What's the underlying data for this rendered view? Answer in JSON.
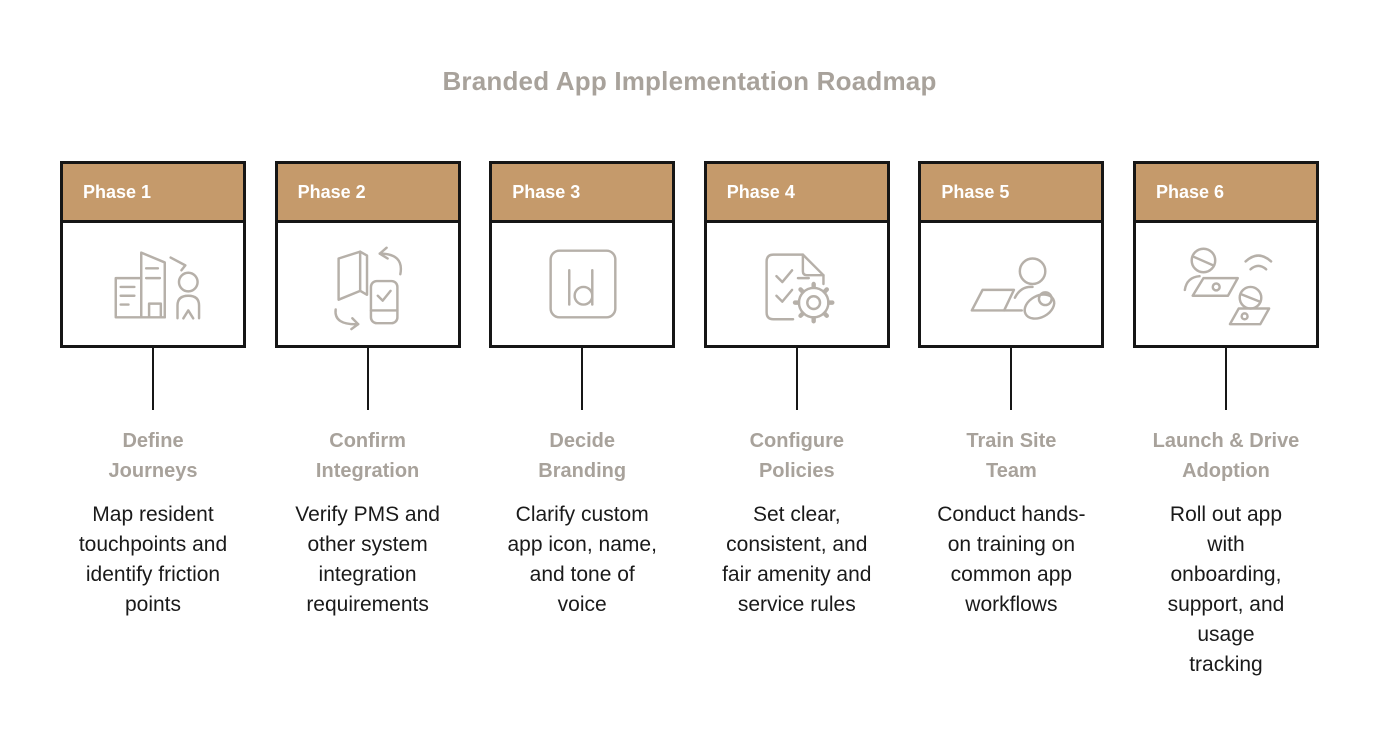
{
  "page": {
    "title": "Branded App Implementation Roadmap"
  },
  "colors": {
    "header_background": "#c59a6b",
    "box_border": "#161616",
    "icon_stroke": "#b6b0a9",
    "muted_heading": "#a8a29b",
    "body_text": "#1a1a1a"
  },
  "phases": [
    {
      "label": "Phase 1",
      "icon": "building-person-icon",
      "title": "Define Journeys",
      "title_line1": "Define",
      "title_line2": "Journeys",
      "description": "Map resident touchpoints and identify friction points"
    },
    {
      "label": "Phase 2",
      "icon": "door-phone-sync-icon",
      "title": "Confirm Integration",
      "title_line1": "Confirm",
      "title_line2": "Integration",
      "description": "Verify PMS and other system integration requirements"
    },
    {
      "label": "Phase 3",
      "icon": "id-badge-icon",
      "title": "Decide Branding",
      "title_line1": "Decide",
      "title_line2": "Branding",
      "description": "Clarify custom app icon, name, and tone of voice"
    },
    {
      "label": "Phase 4",
      "icon": "document-checklist-gear-icon",
      "title": "Configure Policies",
      "title_line1": "Configure",
      "title_line2": "Policies",
      "description": "Set clear, consistent, and fair amenity and service rules"
    },
    {
      "label": "Phase 5",
      "icon": "person-laptop-icon",
      "title": "Train Site Team",
      "title_line1": "Train Site",
      "title_line2": "Team",
      "description": "Conduct hands-on training on common app workflows"
    },
    {
      "label": "Phase 6",
      "icon": "team-laptops-wifi-icon",
      "title": "Launch & Drive Adoption",
      "title_line1": "Launch & Drive",
      "title_line2": "Adoption",
      "description": "Roll out app with onboarding, support, and usage tracking"
    }
  ]
}
